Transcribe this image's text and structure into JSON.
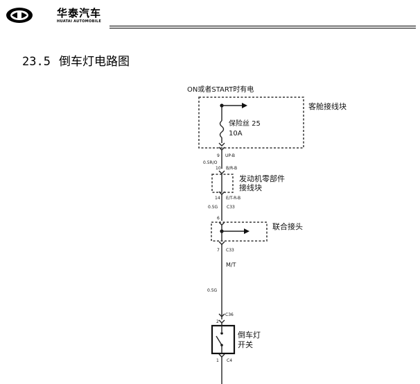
{
  "header": {
    "brand_cn": "华泰汽车",
    "brand_en": "HUATAI AUTOMOBILE"
  },
  "section": {
    "number": "23.5",
    "title": "倒车灯电路图"
  },
  "diagram": {
    "power_label": "ON或者START时有电",
    "cabin_box_label": "客舱接线块",
    "fuse_name": "保险丝 25",
    "fuse_rating": "10A",
    "pin_9": "9",
    "wire_1_code": "UP-B",
    "wire_1_spec": "0.5R/O",
    "pin_10": "10",
    "wire_2_code": "B/R-B",
    "engine_box_label_1": "发动机零部件",
    "engine_box_label_2": "接线块",
    "pin_14": "14",
    "wire_3_code": "E/T-R-B",
    "wire_3_spec": "0.5G",
    "conn_c33_a": "C33",
    "pin_6": "6",
    "joint_label": "联合接头",
    "pin_7": "7",
    "conn_c33_b": "C33",
    "trans_label": "M/T",
    "wire_4_spec": "0.5G",
    "conn_c36": "C36",
    "pin_2": "2",
    "switch_label_1": "倒车灯",
    "switch_label_2": "开关",
    "pin_1": "1",
    "conn_c4": "C4"
  }
}
